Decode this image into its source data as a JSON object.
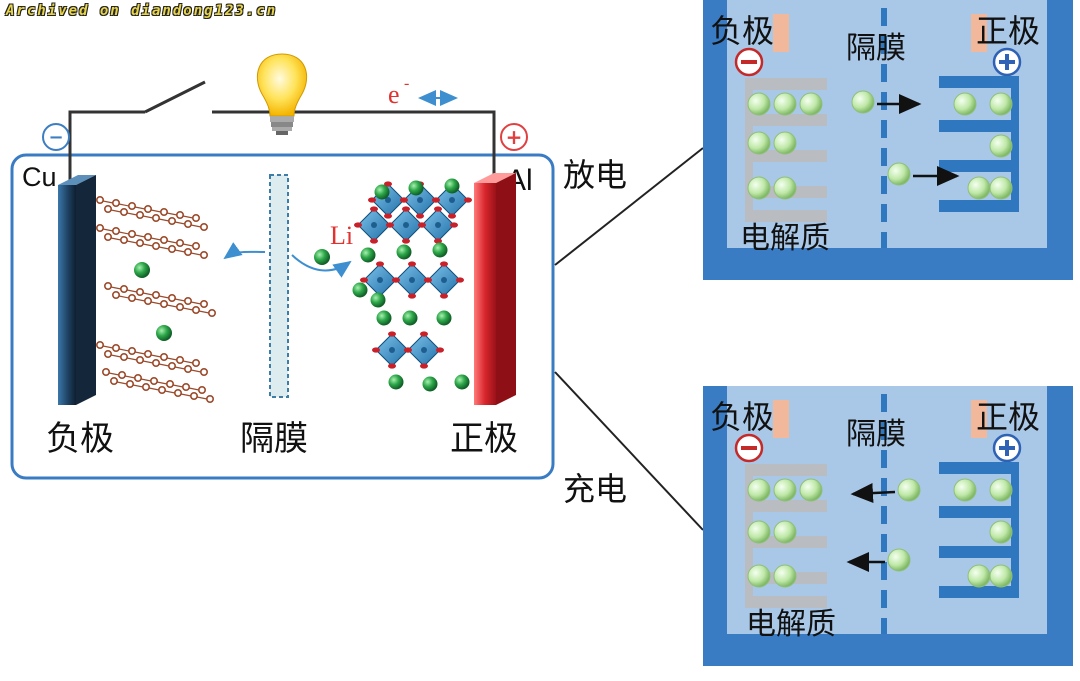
{
  "watermark": "Archived on diandong123.cn",
  "main": {
    "anode_metal": "Cu",
    "cathode_metal": "Al",
    "electron": "e",
    "electron_sup": "-",
    "ion": "Li",
    "ion_sup": "+",
    "minus_sign": "−",
    "plus_sign": "+",
    "anode_label": "负极",
    "separator_label": "隔膜",
    "cathode_label": "正极"
  },
  "discharge": {
    "mode_label": "放电",
    "anode_label": "负极",
    "separator_label": "隔膜",
    "cathode_label": "正极",
    "electrolyte_label": "电解质"
  },
  "charge": {
    "mode_label": "充电",
    "anode_label": "负极",
    "separator_label": "隔膜",
    "cathode_label": "正极",
    "electrolyte_label": "电解质"
  },
  "colors": {
    "panel_blue": "#3a7cc4",
    "panel_light": "#a9c8e8",
    "electrode_blue": "#2f78bf",
    "tab_salmon": "#f2b89b",
    "ion_green": "#b8e6a0",
    "graphite_brown": "#9b4b2c",
    "cathode_red": "#d8252c",
    "anode_dark": "#1c3d5c"
  }
}
